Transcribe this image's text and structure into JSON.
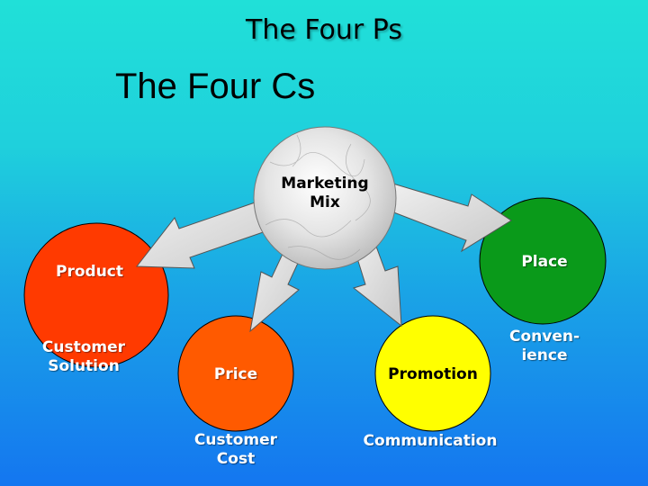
{
  "title_ps": "The Four Ps",
  "title_cs": "The Four Cs",
  "colors": {
    "background_top": "#20e0d8",
    "background_bottom": "#1476f0",
    "product": "#ff3a00",
    "price": "#ff5a00",
    "promotion": "#ffff00",
    "place": "#0a9a1a",
    "center": "#e6e6e6"
  },
  "center": {
    "line1": "Marketing",
    "line2": "Mix"
  },
  "ps": {
    "product": "Product",
    "price": "Price",
    "promotion": "Promotion",
    "place": "Place"
  },
  "cs": {
    "customer_solution": {
      "line1": "Customer",
      "line2": "Solution"
    },
    "customer_cost": {
      "line1": "Customer",
      "line2": "Cost"
    },
    "communication": "Communication",
    "convenience": {
      "line1": "Conven-",
      "line2": "ience"
    }
  }
}
